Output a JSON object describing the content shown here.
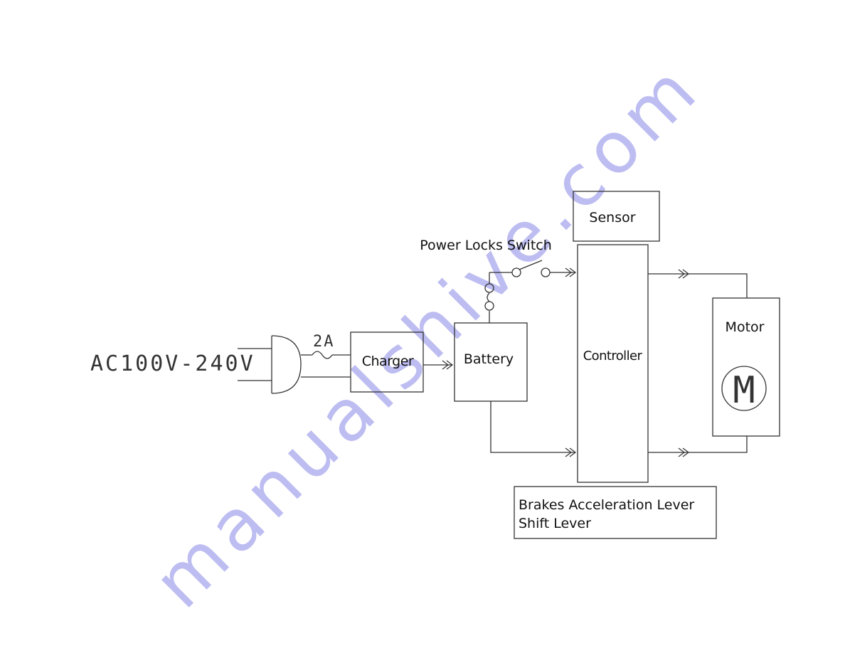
{
  "watermark": {
    "text": "manualshive.com",
    "color": "#3b3bd9"
  },
  "input": {
    "voltage_label": "AC100V-240V",
    "fuse_label": "2A"
  },
  "blocks": {
    "charger": "Charger",
    "battery": "Battery",
    "controller": "Controller",
    "sensor": "Sensor",
    "motor": "Motor",
    "motor_symbol": "M"
  },
  "switch": {
    "label": "Power Locks Switch"
  },
  "controls": {
    "line1": "Brakes  Acceleration Lever",
    "line2": "Shift Lever"
  }
}
